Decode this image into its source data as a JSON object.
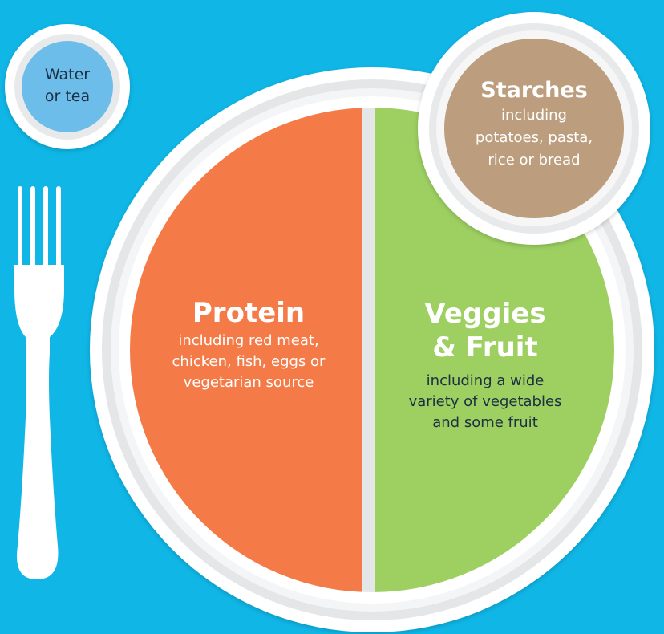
{
  "colors": {
    "background": "#0fb6e6",
    "plate": "#ffffff",
    "plate_rim": "#e4e6e8",
    "protein": "#f47b48",
    "veggies": "#9dcf61",
    "starches": "#bc9e7e",
    "water": "#6cbde9",
    "fork": "#ffffff"
  },
  "water": {
    "line1": "Water",
    "line2": "or tea"
  },
  "starches": {
    "title": "Starches",
    "line1": "including",
    "line2": "potatoes, pasta,",
    "line3": "rice or bread"
  },
  "protein": {
    "title": "Protein",
    "line1": "including red meat,",
    "line2": "chicken, fish, eggs or",
    "line3": "vegetarian source"
  },
  "veggies": {
    "title_line1": "Veggies",
    "title_line2": "& Fruit",
    "line1": "including a wide",
    "line2": "variety of vegetables",
    "line3": "and some fruit"
  },
  "portions": [
    {
      "food_group": "protein",
      "plate_fraction": 0.5
    },
    {
      "food_group": "veggies",
      "plate_fraction": 0.5
    }
  ]
}
